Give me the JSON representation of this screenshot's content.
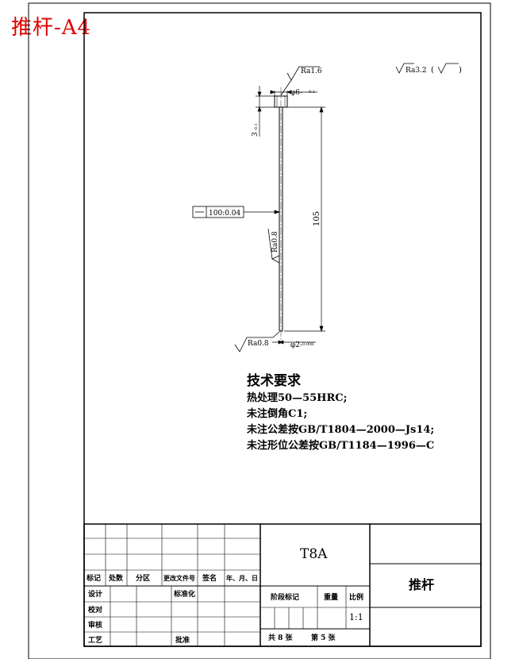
{
  "corner_title": "推杆-A4",
  "drawing": {
    "surface_top": "Ra1.6",
    "surface_mid": "Ra0.8",
    "surface_bottom": "Ra0.8",
    "dim_head_dia": "φ6-",
    "dim_head_dia_tol": "0.1",
    "dim_head_len": "3",
    "dim_head_len_tol": "-0.1",
    "dim_length": "105",
    "dim_pin_dia": "φ2-",
    "dim_pin_dia_tol": "0.008",
    "straightness_value": "100:0.04",
    "general_roughness": "Ra3.2",
    "general_roughness_paren_open": "(",
    "general_roughness_paren_close": ")"
  },
  "requirements": {
    "heading": "技术要求",
    "lines": [
      "热处理50—55HRC;",
      "未注倒角C1;",
      "未注公差按GB/T1804—2000—Js14;",
      "未注形位公差按GB/T1184—1996—C"
    ]
  },
  "title_block": {
    "material": "T8A",
    "part_name": "推杆",
    "col_mark": "标记",
    "col_count": "处数",
    "col_zone": "分区",
    "col_doc": "更改文件号",
    "col_sign": "签名",
    "col_date": "年、月、日",
    "row_design": "设计",
    "row_standard": "标准化",
    "row_check": "校对",
    "row_review": "审核",
    "row_process": "工艺",
    "row_approve": "批准",
    "stage": "阶段标记",
    "weight": "重量",
    "scale": "比例",
    "scale_value": "1:1",
    "sheets_total": "共 8 张",
    "sheet_no": "第 5 张"
  }
}
